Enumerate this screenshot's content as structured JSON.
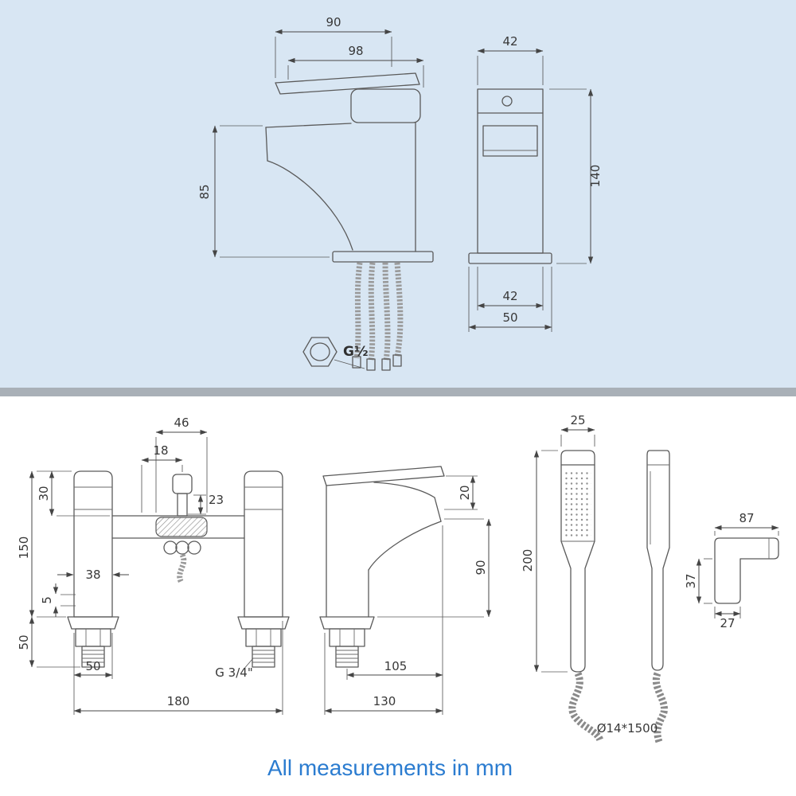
{
  "page": {
    "title": "All measurements in mm"
  },
  "colors": {
    "top_panel_bg": "#d8e6f3",
    "divider": "#a9b0b7",
    "title_text": "#2b7cd0"
  },
  "top_panel": {
    "basin_tap_front": {
      "dim_lever": "90",
      "dim_overall": "98",
      "dim_height": "85",
      "thread_label": "G½"
    },
    "basin_tap_side": {
      "dim_top_width": "42",
      "dim_height": "140",
      "dim_body_width": "42",
      "dim_base_width": "50"
    }
  },
  "bottom_panel": {
    "bath_shower_mixer": {
      "dim_outlet_width": "46",
      "dim_diverter_offset": "18",
      "dim_handle_height": "30",
      "dim_outlet_drop": "23",
      "dim_body_height": "150",
      "dim_body_width": "38",
      "dim_deck_gap": "5",
      "dim_shank_height": "50",
      "dim_base_width": "50",
      "dim_tap_centres": "180",
      "thread_label": "G 3/4\""
    },
    "bath_filler": {
      "dim_spout_drop": "20",
      "dim_spout_height": "90",
      "dim_spout_reach": "105",
      "dim_overall_width": "130"
    },
    "shower_handset": {
      "dim_head_width": "25",
      "dim_length": "200",
      "hose_label": "Ø14*1500"
    },
    "wall_bracket": {
      "dim_width": "87",
      "dim_height": "37",
      "dim_depth": "27"
    }
  }
}
